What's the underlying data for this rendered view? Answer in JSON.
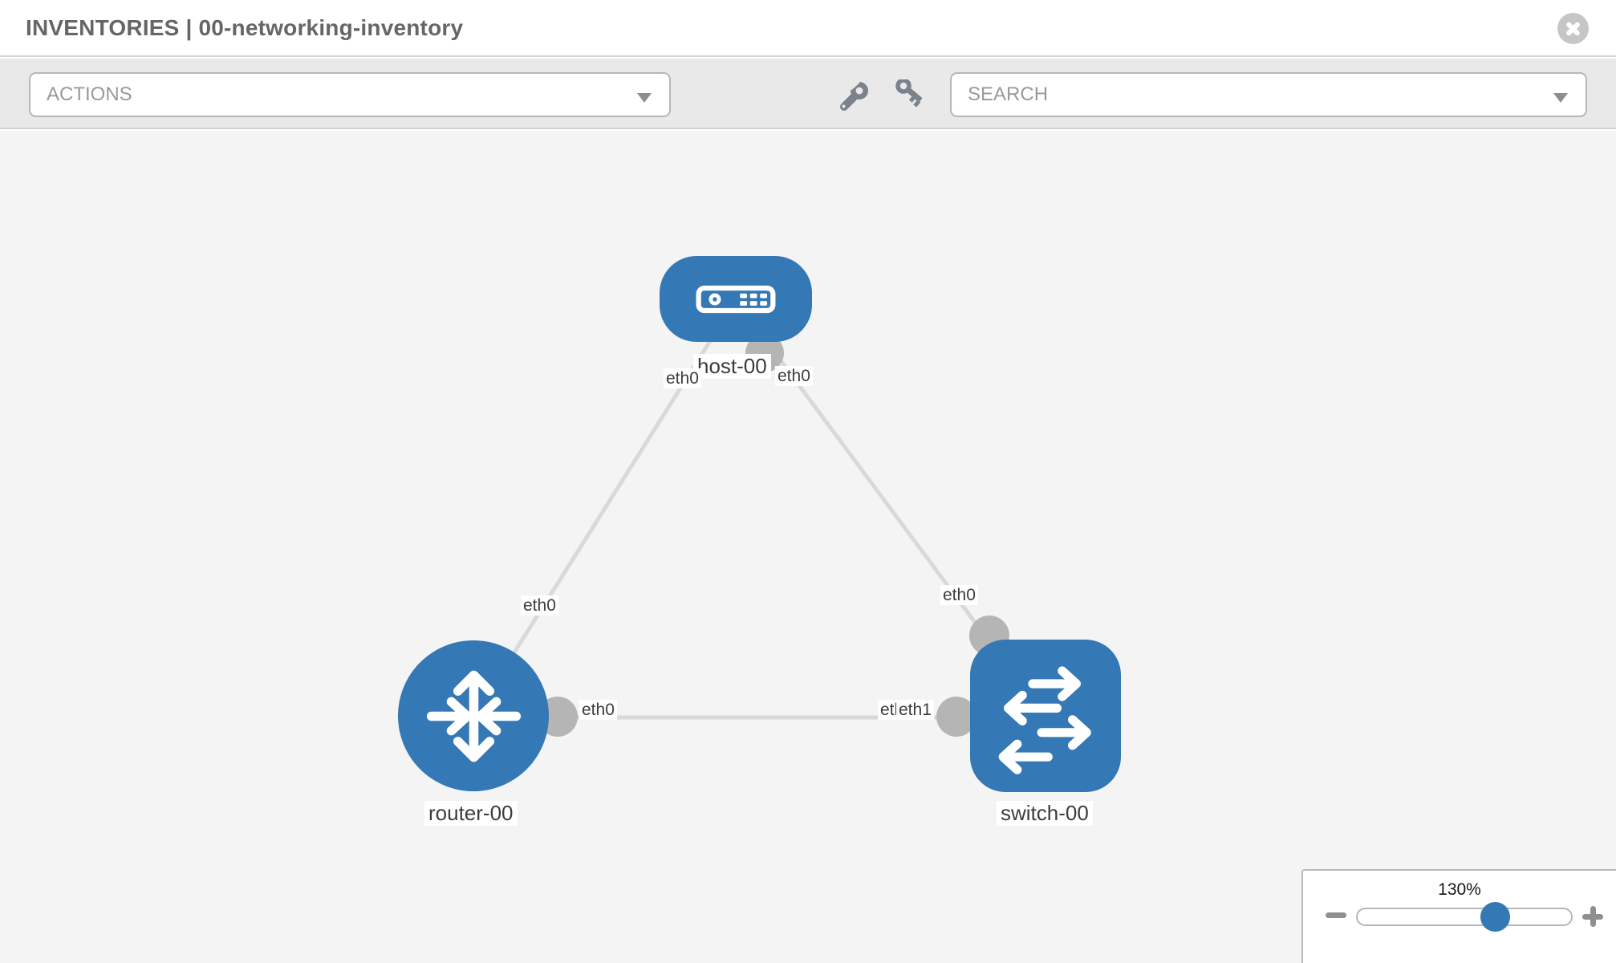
{
  "header": {
    "title": "INVENTORIES | 00-networking-inventory",
    "close_icon": "x-circle-icon"
  },
  "toolbar": {
    "actions_label": "ACTIONS",
    "search_placeholder": "SEARCH",
    "icons": [
      "wrench-icon",
      "key-icon",
      "caret-down-icon"
    ]
  },
  "graph": {
    "nodes": [
      {
        "label": "host-00",
        "type": "host"
      },
      {
        "label": "router-00",
        "type": "router"
      },
      {
        "label": "switch-00",
        "type": "switch"
      }
    ],
    "links": [
      {
        "from": "host-00",
        "to": "router-00",
        "from_iface": "eth0",
        "to_iface": "eth0"
      },
      {
        "from": "host-00",
        "to": "switch-00",
        "from_iface": "eth0",
        "to_iface": "eth0"
      },
      {
        "from": "router-00",
        "to": "switch-00",
        "from_iface": "eth0",
        "to_iface": "eth1"
      }
    ],
    "iface_labels": {
      "host_left": "eth0",
      "host_right": "eth0",
      "router_top": "eth0",
      "switch_top": "eth0",
      "router_right": "eth0",
      "switch_left_back": "eth0",
      "switch_left_front": "eth1"
    }
  },
  "zoom_control": {
    "level": "130%",
    "minus_icon": "minus",
    "plus_icon": "plus"
  },
  "colors": {
    "node_blue": "#3478b5",
    "edge_gray": "#d9d9d9",
    "iface_dot_gray": "#b5b5b5",
    "toolbar_bg": "#e9e9e9",
    "canvas_bg": "#f4f4f5"
  }
}
